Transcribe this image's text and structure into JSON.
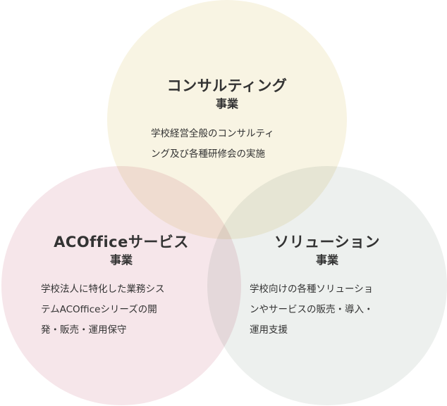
{
  "colors": {
    "consulting": "#f8f4e3",
    "acoffice": "#f6e6ea",
    "solution": "#edf0ee"
  },
  "circles": [
    {
      "key": "consulting",
      "title": "コンサルティング",
      "subtitle": "事業",
      "description": [
        "学校経営全般のコンサルティ",
        "ング及び各種研修会の実施"
      ]
    },
    {
      "key": "acoffice",
      "title": "ACOfficeサービス",
      "subtitle": "事業",
      "description": [
        "学校法人に特化した業務シス",
        "テムACOfficeシリーズの開",
        "発・販売・運用保守"
      ]
    },
    {
      "key": "solution",
      "title": "ソリューション",
      "subtitle": "事業",
      "description": [
        "学校向けの各種ソリューショ",
        "ンやサービスの販売・導入・",
        "運用支援"
      ]
    }
  ]
}
